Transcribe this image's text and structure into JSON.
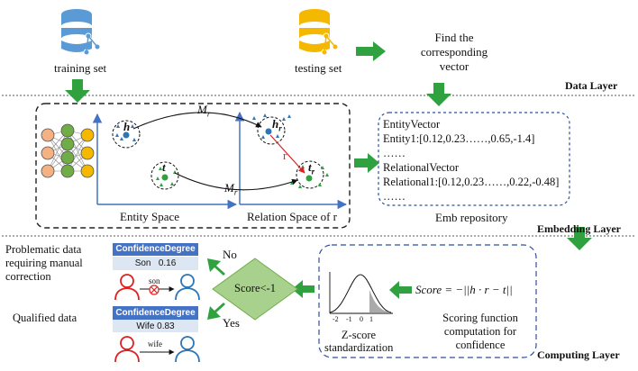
{
  "data_layer": {
    "training_label": "training set",
    "testing_label": "testing set",
    "find_vector_lines": [
      "Find the",
      "corresponding",
      "vector"
    ],
    "layer_label": "Data Layer"
  },
  "embedding_layer": {
    "h_symbol": "h",
    "t_symbol": "t",
    "hr_symbol": "h",
    "hr_sub": "r",
    "tr_symbol": "t",
    "tr_sub": "r",
    "mr_symbol": "M",
    "mr_sub": "r",
    "r_label": "r",
    "entity_space_label": "Entity Space",
    "relation_space_label": "Relation Space of r",
    "repository": {
      "lines": [
        "EntityVector",
        "Entity1:[0.12,0.23……,0.65,-1.4]",
        "……",
        "RelationalVector",
        "Relational1:[0.12,0.23……,0.22,-0.48]",
        "……"
      ],
      "caption": "Emb repository"
    },
    "layer_label": "Embedding Layer"
  },
  "computing_layer": {
    "problematic_lines": [
      "Problematic data",
      "requiring manual",
      "correction"
    ],
    "qualified_label": "Qualified data",
    "card_top": {
      "header": "ConfidenceDegree",
      "value": "Son   0.16",
      "relation": "son"
    },
    "card_bottom": {
      "header": "ConfidenceDegree",
      "value": "Wife 0.83",
      "relation": "wife"
    },
    "no_label": "No",
    "yes_label": "Yes",
    "decision_text": "Score<-1",
    "ticks": [
      "-2",
      "-1",
      "0",
      "1"
    ],
    "zscore_lines": [
      "Z-score",
      "standardization"
    ],
    "formula": "Score = −||h · r − t||",
    "scoring_lines": [
      "Scoring function",
      "computation for",
      "confidence"
    ],
    "layer_label": "Computing Layer"
  },
  "colors": {
    "arrow_green": "#2fa23f",
    "db_blue": "#5b9bd5",
    "db_yellow": "#f5b800",
    "card_header": "#4472c4",
    "card_body": "#dde6f3",
    "decision_fill": "#a9d18e",
    "node_orange": "#f4b183",
    "node_green": "#70ad47",
    "person_red": "#e02020",
    "person_blue": "#2e75b6"
  }
}
